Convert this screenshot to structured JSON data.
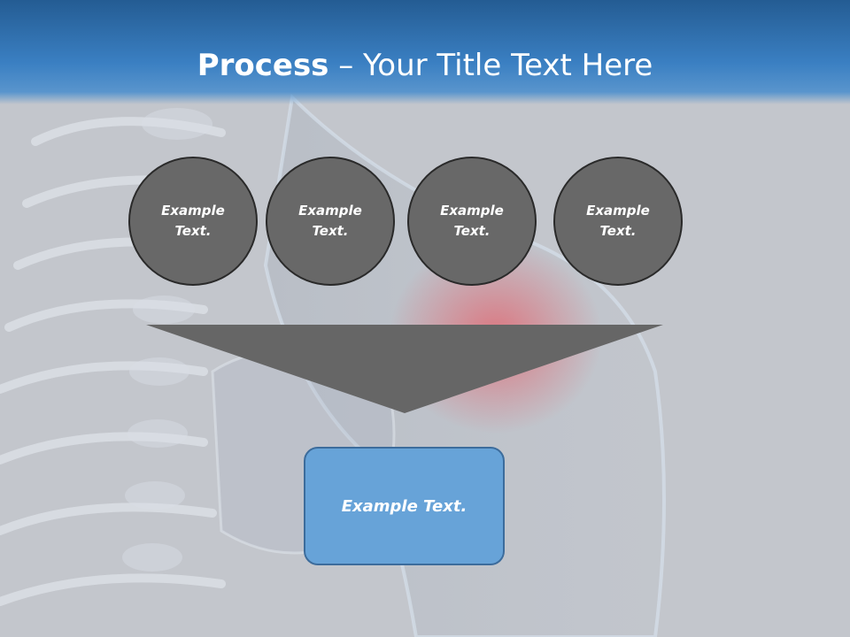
{
  "slide": {
    "title_bold": "Process",
    "title_rest": " – Your Title Text Here"
  },
  "process": {
    "steps": [
      {
        "label": "Example\nText."
      },
      {
        "label": "Example\nText."
      },
      {
        "label": "Example\nText."
      },
      {
        "label": "Example\nText."
      }
    ],
    "result": {
      "label": "Example Text."
    }
  },
  "colors": {
    "header_blue": "#3a7fc2",
    "circle_fill": "#686868",
    "funnel_fill": "#666666",
    "result_fill": "#67a3d8"
  }
}
